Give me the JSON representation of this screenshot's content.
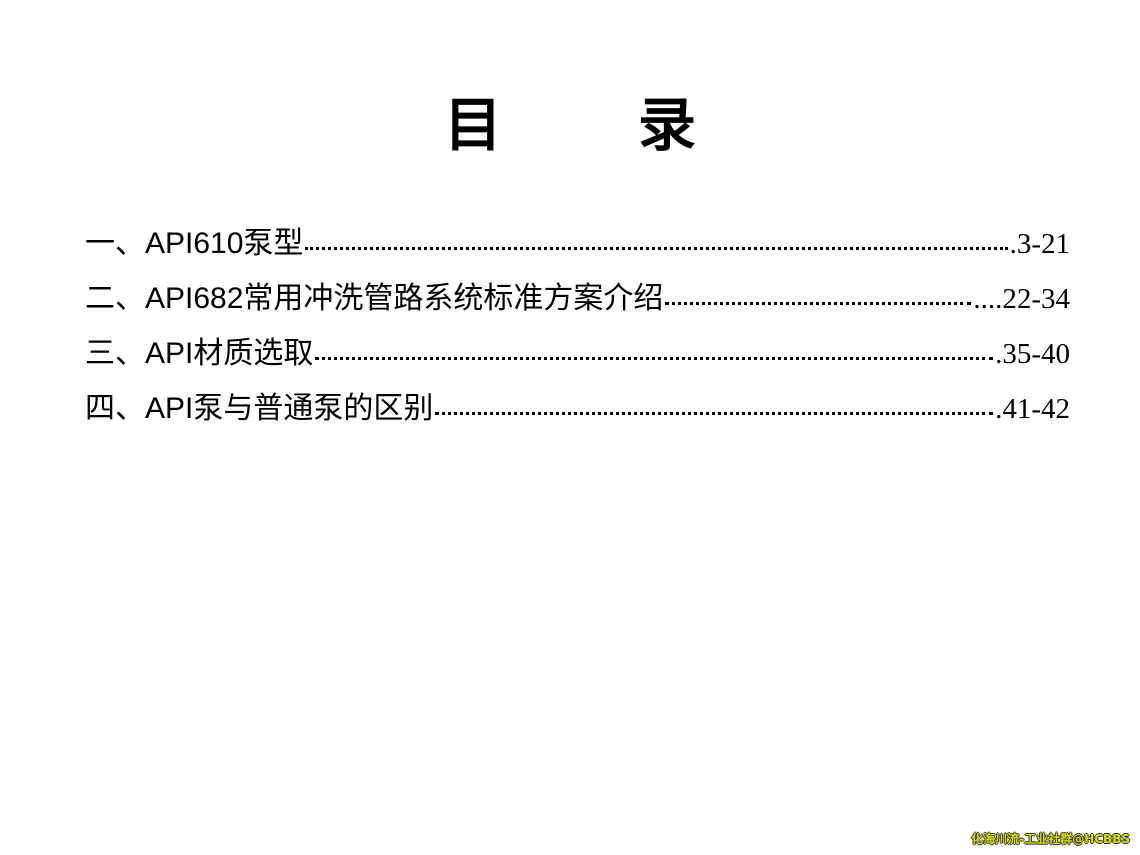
{
  "title": [
    "目",
    "录"
  ],
  "toc": [
    {
      "label": "一、API610泵型",
      "pages": ".3-21"
    },
    {
      "label": "二、API682常用冲洗管路系统标准方案介绍",
      "pages": "....22-34"
    },
    {
      "label": "三、API材质选取",
      "pages": ".35-40"
    },
    {
      "label": "四、API泵与普通泵的区别",
      "pages": ".41-42"
    }
  ],
  "watermark": "化海川流-工业社群@HCBBS"
}
